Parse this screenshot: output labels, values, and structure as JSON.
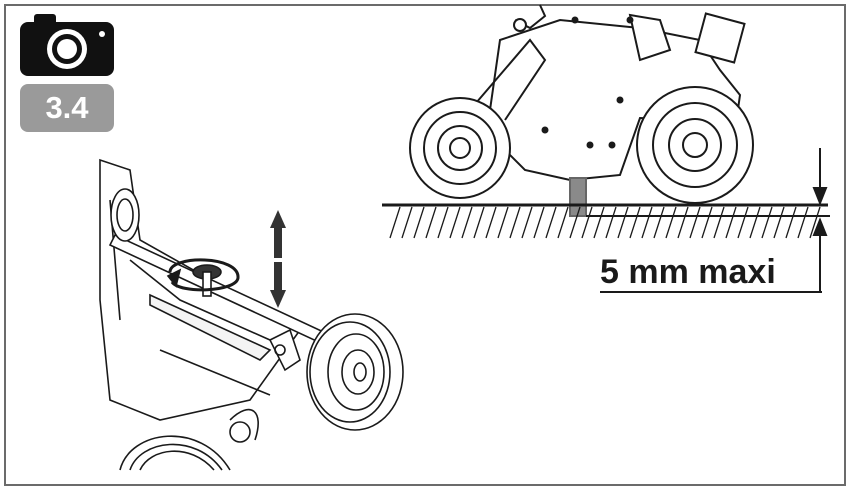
{
  "step": {
    "number": "3.4",
    "icon": "camera-icon",
    "badge_color": "#9a9a9a"
  },
  "measurement": {
    "label": "5 mm maxi"
  },
  "illustrations": {
    "side_view": "machine-side-view",
    "detail_view": "height-adjust-knob-detail"
  }
}
